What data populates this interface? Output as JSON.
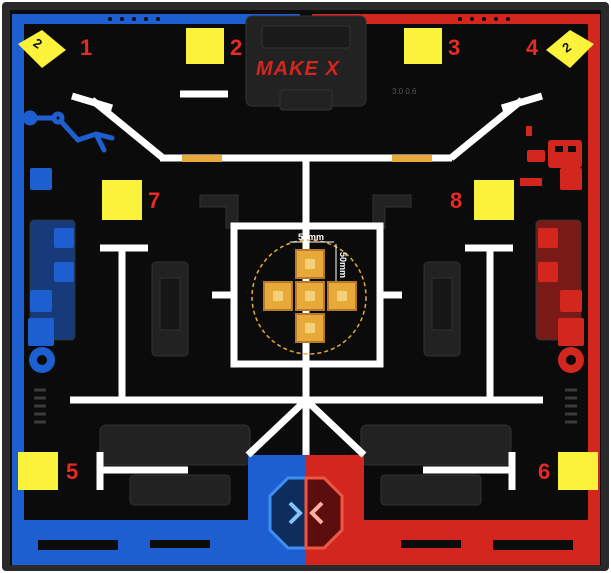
{
  "board": {
    "brand_logo_text": "MAKE X",
    "brand_serial": "3.0 0.6",
    "center_dimension_width": "50mm",
    "center_dimension_height": "50mm",
    "start_tag_left": "2",
    "start_tag_right": "2"
  },
  "zone_labels": [
    {
      "id": "1",
      "text": "1"
    },
    {
      "id": "2",
      "text": "2"
    },
    {
      "id": "3",
      "text": "3"
    },
    {
      "id": "4",
      "text": "4"
    },
    {
      "id": "5",
      "text": "5"
    },
    {
      "id": "6",
      "text": "6"
    },
    {
      "id": "7",
      "text": "7"
    },
    {
      "id": "8",
      "text": "8"
    }
  ],
  "colors": {
    "background": "#0b0b0b",
    "border": "#2e2e2e",
    "blue_team": "#1d5fd0",
    "red_team": "#d3261e",
    "line": "#ffffff",
    "zone_marker": "#fbf23c",
    "label": "#e52b22",
    "center_block": "#e7a93a",
    "center_block_dark": "#b8782a",
    "machinery": "#2b2b2b"
  },
  "icons": [
    "robot-arm-icon",
    "robot-head-icon",
    "gear-icon",
    "x-logo-icon"
  ]
}
